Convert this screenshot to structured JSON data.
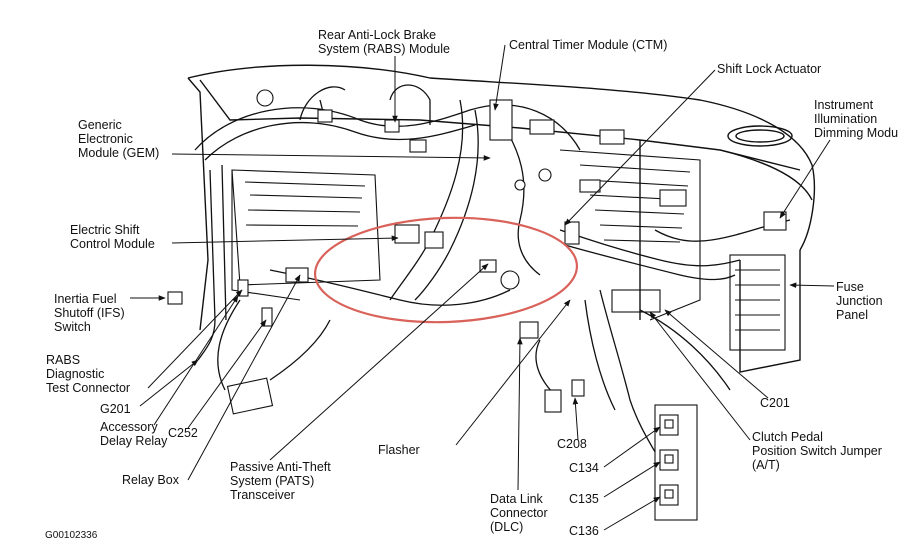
{
  "diagram": {
    "figure_id": "G00102336",
    "labels": {
      "rabs_module": "Rear Anti-Lock Brake\nSystem (RABS) Module",
      "ctm": "Central Timer Module (CTM)",
      "shift_lock_actuator": "Shift Lock Actuator",
      "instrument_dimming": "Instrument\nIllumination\nDimming Modu",
      "gem": "Generic\nElectronic\nModule (GEM)",
      "electric_shift_control": "Electric Shift\nControl Module",
      "fuse_junction_panel": "Fuse\nJunction\nPanel",
      "inertia_fuel_switch": "Inertia Fuel\nShutoff (IFS)\nSwitch",
      "rabs_diagnostic": "RABS\nDiagnostic\nTest Connector",
      "g201": "G201",
      "accessory_delay_relay": "Accessory\nDelay Relay",
      "c252": "C252",
      "c201": "C201",
      "flasher": "Flasher",
      "c208": "C208",
      "clutch_pedal_switch": "Clutch Pedal\nPosition Switch Jumper\n(A/T)",
      "c134": "C134",
      "c135": "C135",
      "c136": "C136",
      "relay_box": "Relay Box",
      "pats": "Passive Anti-Theft\nSystem (PATS)\nTransceiver",
      "dlc": "Data Link\nConnector\n(DLC)"
    },
    "colors": {
      "line": "#111111",
      "highlight": "#d9625a"
    }
  }
}
